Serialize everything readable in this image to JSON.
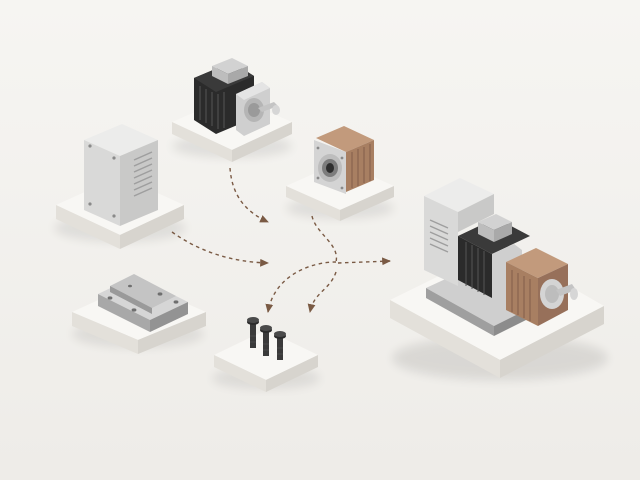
{
  "canvas": {
    "background": "#f3f2ef"
  },
  "components": [
    {
      "id": "servo-motor",
      "kind": "motor",
      "icon": "servo-motor-icon"
    },
    {
      "id": "controller-enclosure",
      "kind": "enclosure",
      "icon": "electrical-enclosure-icon"
    },
    {
      "id": "planetary-gearbox",
      "kind": "gearbox",
      "icon": "gearbox-icon"
    },
    {
      "id": "mounting-bracket",
      "kind": "bracket",
      "icon": "mounting-bracket-icon"
    },
    {
      "id": "fastener-bolts",
      "kind": "bolts",
      "count": 3,
      "icon": "hex-bolt-icon"
    }
  ],
  "result": {
    "id": "assembled-drive-unit",
    "icon": "assembled-drive-icon"
  },
  "colors": {
    "platform_top": "#f8f7f4",
    "platform_side": "#dedbd5",
    "motor_body": "#2b2b2b",
    "metal": "#c9c9c9",
    "enclosure": "#dededd",
    "copper": "#a87f62",
    "connector": "#7a5a44"
  }
}
